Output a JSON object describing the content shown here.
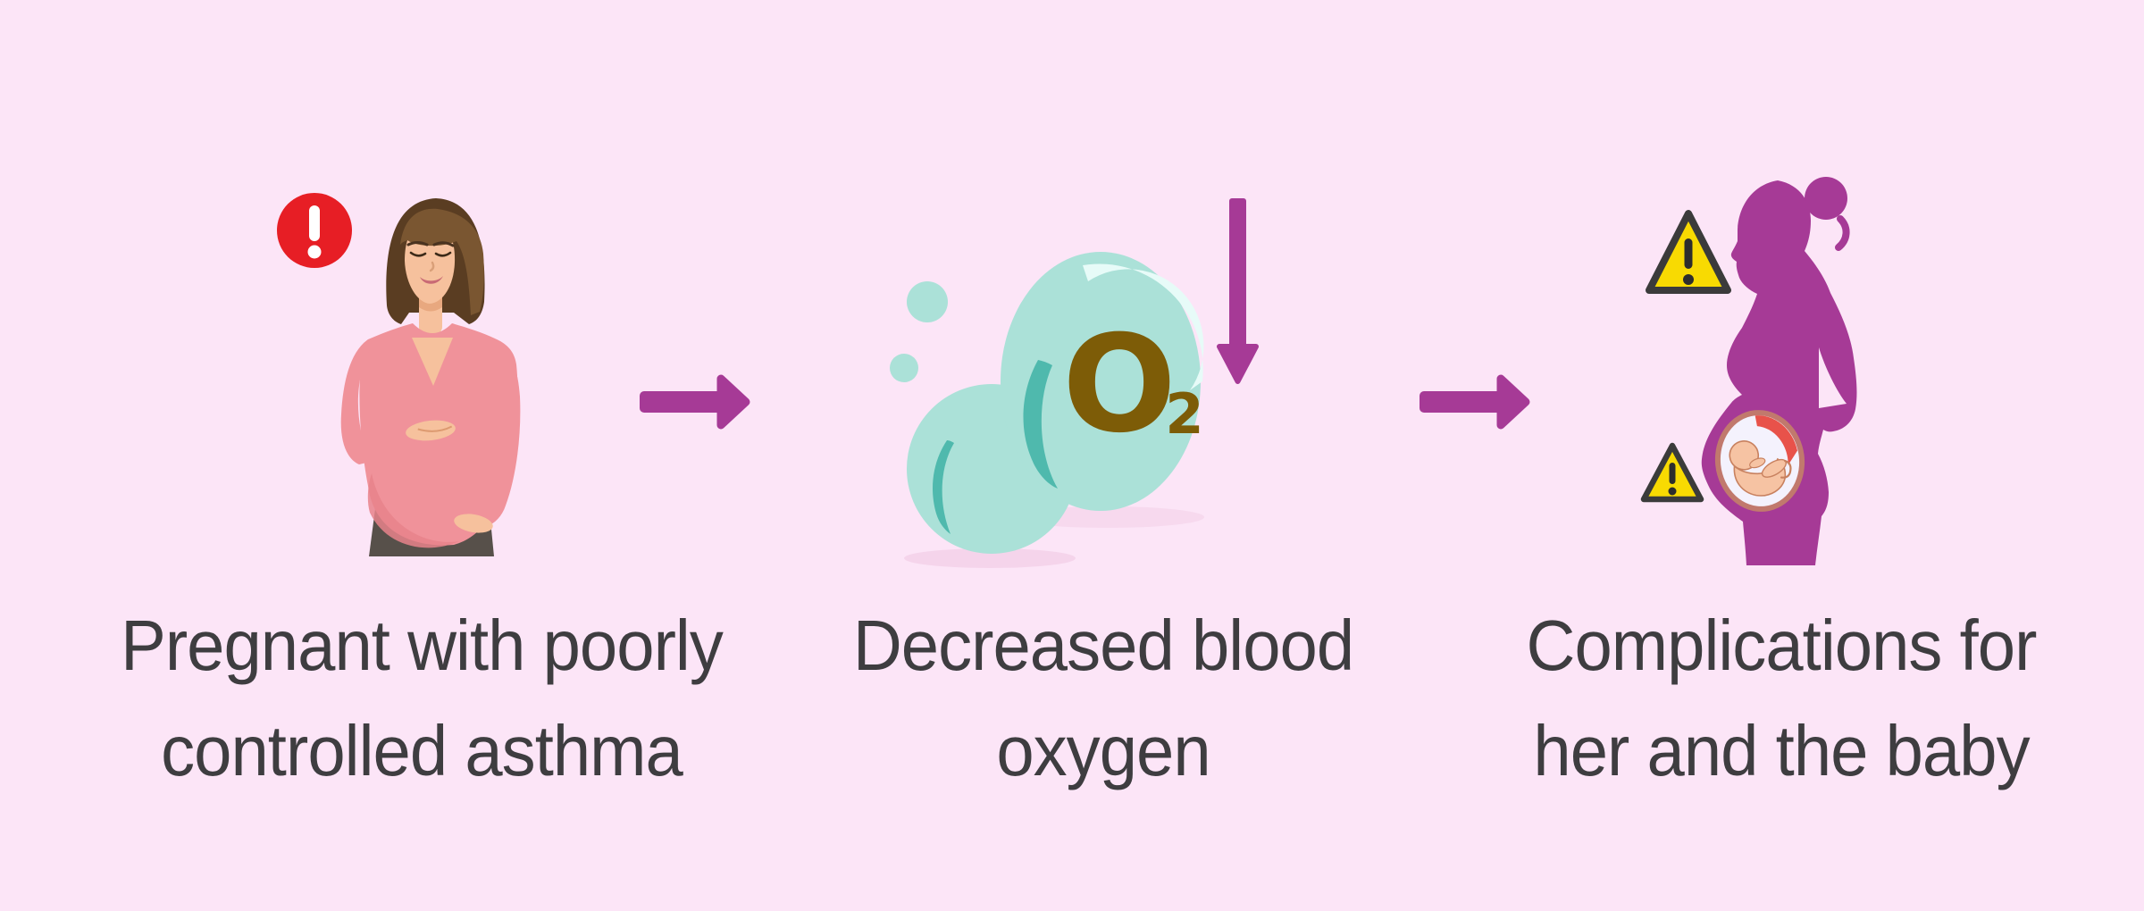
{
  "title": "Asthma in pregnancy flow infographic",
  "colors": {
    "bg": "#fce5f7",
    "accent": "#a63a96",
    "text": "#3e3d40",
    "bubble": "#abe1d8",
    "bubbleShade": "#4fb9ad",
    "bubbleHi": "#e7fbf8",
    "o2": "#7d5c07",
    "alertRed": "#e71e25",
    "warnYellow": "#f8da02",
    "warnBorder": "#3b3b3b",
    "skin": "#f6c19d",
    "skinShade": "#e8a87f",
    "hairDark": "#5a3d22",
    "hairLight": "#7a5631",
    "shirt": "#f0929a",
    "shirtShade": "#e8828b",
    "skirt": "#57504a",
    "lips": "#c96a75",
    "wombRim": "#c1796d",
    "wombBg": "#f4f2fd",
    "placenta": "#e8524a",
    "fetusSkin": "#f6c3a3",
    "fetusLine": "#c8815f"
  },
  "steps": [
    {
      "id": "step-1",
      "icon": "pregnant-woman-alert",
      "line1": "Pregnant with poorly",
      "line2": "controlled asthma"
    },
    {
      "id": "step-2",
      "icon": "oxygen-bubbles-decrease",
      "line1": "Decreased blood",
      "line2": "oxygen"
    },
    {
      "id": "step-3",
      "icon": "pregnant-silhouette-warnings",
      "line1": "Complications for",
      "line2": "her and the baby"
    }
  ],
  "o2_label": {
    "symbol": "O",
    "subscript": "2"
  }
}
